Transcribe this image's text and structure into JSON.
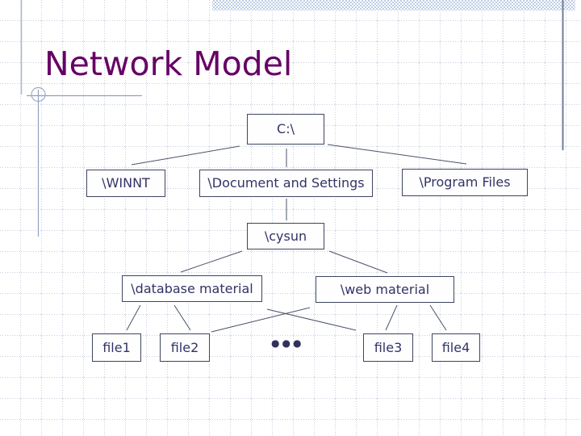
{
  "slide": {
    "title": "Network Model",
    "more_files_marker": "●●●"
  },
  "colors": {
    "title": "#660066",
    "node_border": "#3e4660",
    "node_text": "#333366",
    "connector": "#4b5268",
    "accent_band": "#bfcde3",
    "decoration_line": "#8fa0be",
    "grid_line": "#c9cfdf"
  },
  "diagram": {
    "type": "network-model-tree",
    "nodes": [
      {
        "label": "C:\\"
      },
      {
        "label": "\\WINNT"
      },
      {
        "label": "\\Document and Settings"
      },
      {
        "label": "\\Program Files"
      },
      {
        "label": "\\cysun"
      },
      {
        "label": "\\database material"
      },
      {
        "label": "\\web material"
      },
      {
        "label": "file1"
      },
      {
        "label": "file2"
      },
      {
        "label": "file3"
      },
      {
        "label": "file4"
      }
    ],
    "edges": [
      {
        "from": "C:\\",
        "to": "\\WINNT"
      },
      {
        "from": "C:\\",
        "to": "\\Document and Settings"
      },
      {
        "from": "C:\\",
        "to": "\\Program Files"
      },
      {
        "from": "\\Document and Settings",
        "to": "\\cysun"
      },
      {
        "from": "\\cysun",
        "to": "\\database material"
      },
      {
        "from": "\\cysun",
        "to": "\\web material"
      },
      {
        "from": "\\database material",
        "to": "file1"
      },
      {
        "from": "\\database material",
        "to": "file2"
      },
      {
        "from": "\\database material",
        "to": "file3"
      },
      {
        "from": "\\web material",
        "to": "file2"
      },
      {
        "from": "\\web material",
        "to": "file3"
      },
      {
        "from": "\\web material",
        "to": "file4"
      }
    ]
  }
}
